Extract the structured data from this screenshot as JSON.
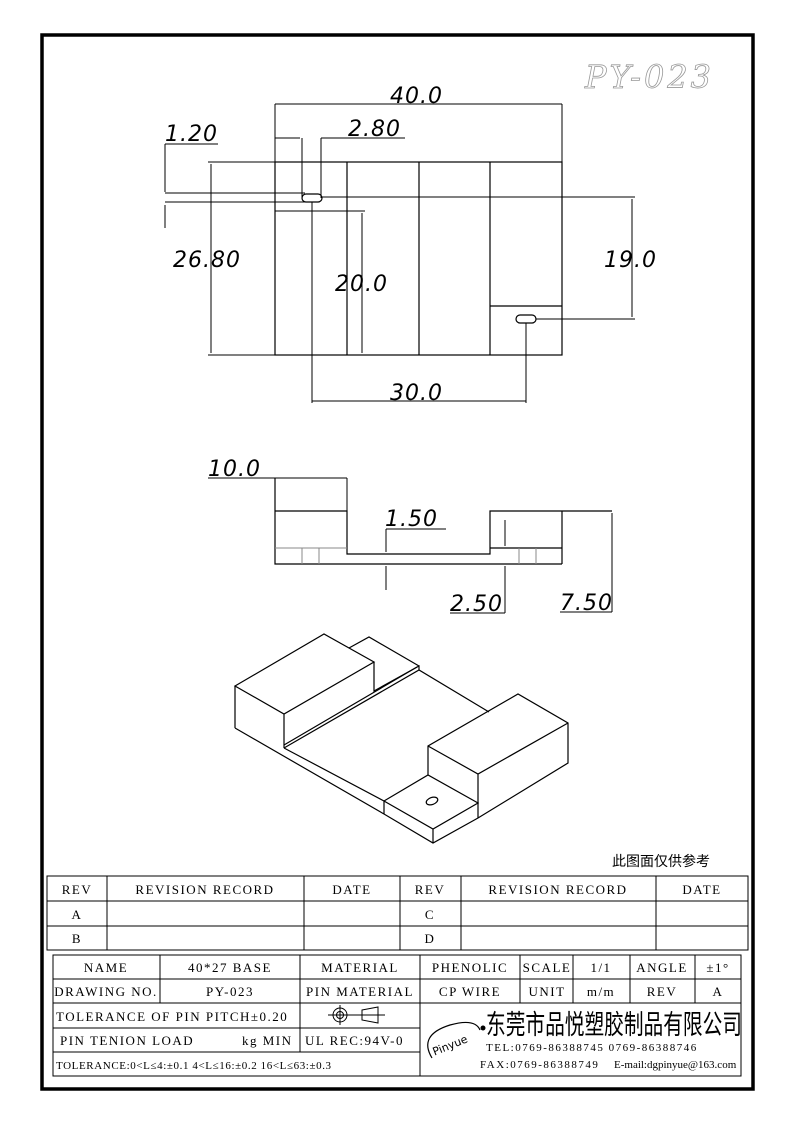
{
  "drawing_id": "PY-023",
  "top_view": {
    "dims": [
      "40.0",
      "2.80",
      "1.20",
      "26.80",
      "20.0",
      "19.0",
      "30.0"
    ]
  },
  "side_view": {
    "dims": [
      "10.0",
      "1.50",
      "2.50",
      "7.50"
    ]
  },
  "note": "此图面仅供参考",
  "revision_table": {
    "headers": [
      "REV",
      "REVISION RECORD",
      "DATE",
      "REV",
      "REVISION RECORD",
      "DATE"
    ],
    "rows": [
      [
        "A",
        "",
        "",
        "C",
        "",
        ""
      ],
      [
        "B",
        "",
        "",
        "D",
        "",
        ""
      ]
    ]
  },
  "title_block": {
    "name_label": "NAME",
    "name": "40*27 BASE",
    "material_label": "MATERIAL",
    "material": "PHENOLIC",
    "scale_label": "SCALE",
    "scale": "1/1",
    "angle_label": "ANGLE",
    "angle": "±1°",
    "drawing_no_label": "DRAWING NO.",
    "drawing_no": "PY-023",
    "pin_material_label": "PIN MATERIAL",
    "pin_material": "CP WIRE",
    "unit_label": "UNIT",
    "unit": "m/m",
    "rev_label": "REV",
    "rev": "A",
    "pin_pitch_tolerance": "TOLERANCE OF PIN PITCH±0.20",
    "pin_tension_label": "PIN TENION LOAD",
    "pin_tension_unit": "kg MIN",
    "ul": "UL REC:94V-0",
    "tolerance": "TOLERANCE:0<L≤4:±0.1  4<L≤16:±0.2  16<L≤63:±0.3",
    "company": "东莞市品悦塑胶制品有限公司",
    "logo": "Pinyue",
    "tel": "TEL:0769-86388745   0769-86388746",
    "fax": "FAX:0769-86388749",
    "email": "E-mail:dgpinyue@163.com"
  }
}
